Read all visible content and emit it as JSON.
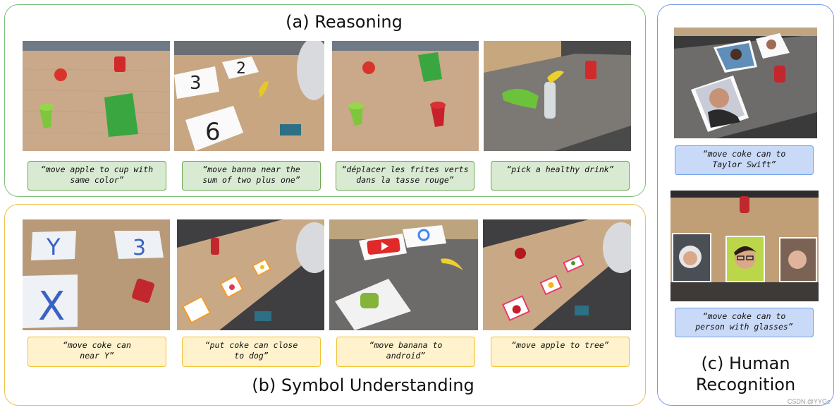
{
  "panels": {
    "reasoning": {
      "title": "(a) Reasoning",
      "border_color": "#7fbf7b",
      "examples": [
        {
          "scene": "wood table with red apple, red cup, green cup, green chip bag",
          "instruction": "“move apple to cup with\nsame color”"
        },
        {
          "scene": "table with papers labeled 3, 2, 6 and a banana near robot arm",
          "instruction": "“move banna near the\nsum of two plus one”"
        },
        {
          "scene": "wood table with apple, green chip bag, green cup, red cup",
          "instruction": "“déplacer les frites verts\ndans la tasse rouge”"
        },
        {
          "scene": "grey counter with chip bag, water bottle, banana, coke can",
          "instruction": "“pick a healthy drink”"
        }
      ]
    },
    "symbol": {
      "title": "(b) Symbol Understanding",
      "border_color": "#f0c050",
      "examples": [
        {
          "scene": "papers with Y, 3, X and a coke can",
          "instruction": "“move coke can\nnear Y”"
        },
        {
          "scene": "table with coke can and cards showing dog, heart, star",
          "instruction": "“put coke can close\nto dog”"
        },
        {
          "scene": "counter with YouTube, Google, Android logos and a banana",
          "instruction": "“move banana to\nandroid”"
        },
        {
          "scene": "table with apple and cards showing tree, duck, apple",
          "instruction": "“move apple to tree”"
        }
      ]
    },
    "human": {
      "title_line1": "(c) Human",
      "title_line2": "Recognition",
      "border_color": "#7a9de8",
      "examples": [
        {
          "scene": "counter with three celebrity photos and a coke can",
          "instruction": "“move coke can to\nTaylor Swift”"
        },
        {
          "scene": "wood table with coke can and three portrait photos",
          "instruction": "“move coke can to\nperson with glasses”"
        }
      ]
    }
  },
  "watermark": "CSDN @YYGe"
}
